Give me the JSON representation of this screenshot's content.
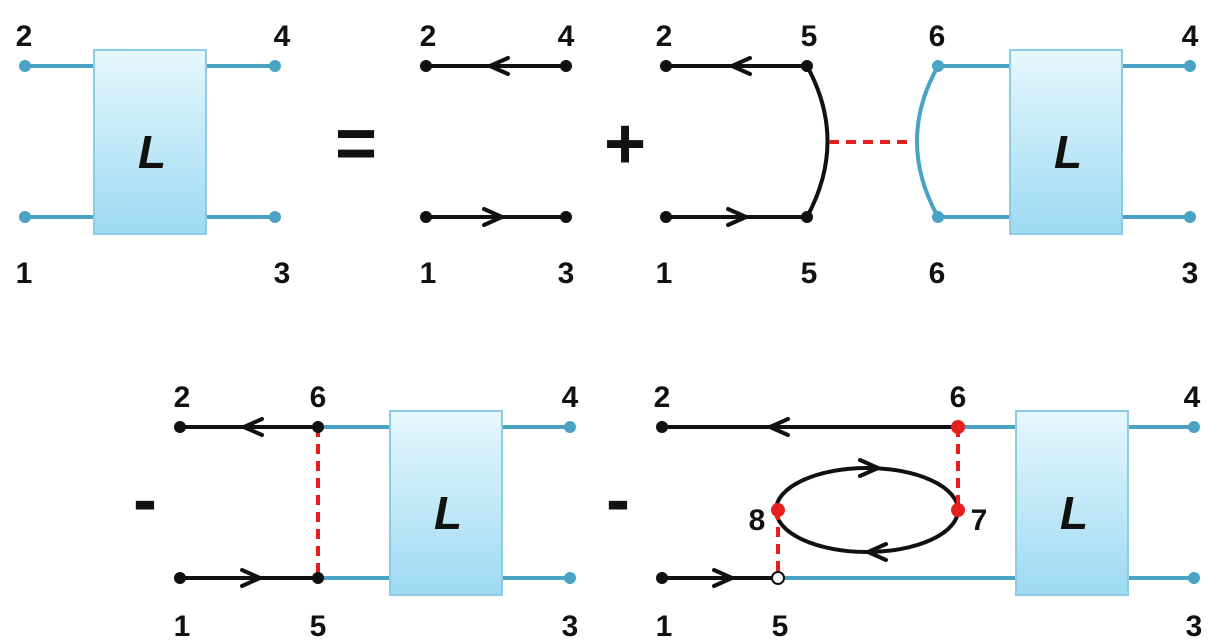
{
  "diagram": {
    "box_label": "L",
    "operators": {
      "equals": "=",
      "plus": "+",
      "minus": "-"
    },
    "terms": {
      "lhs": {
        "top_left": "2",
        "top_right": "4",
        "bottom_left": "1",
        "bottom_right": "3"
      },
      "free": {
        "top_left": "2",
        "top_right": "4",
        "bottom_left": "1",
        "bottom_right": "3"
      },
      "exchange": {
        "top_left": "2",
        "top_mid": "5",
        "bottom_left": "1",
        "bottom_mid": "5",
        "top_right_mid": "6",
        "bottom_right_mid": "6",
        "top_right": "4",
        "bottom_right": "3"
      },
      "ladder": {
        "top_left": "2",
        "top_mid": "6",
        "bottom_left": "1",
        "bottom_mid": "5",
        "top_right": "4",
        "bottom_right": "3"
      },
      "bubble": {
        "top_left": "2",
        "top_mid": "6",
        "bottom_left": "1",
        "bottom_mid": "5",
        "loop_left": "8",
        "loop_right": "7",
        "top_right": "4",
        "bottom_right": "3"
      }
    },
    "colors": {
      "propagator": "#111111",
      "vertex_line": "#4aa3c4",
      "interaction": "#e61e1e",
      "box_fill_top": "#e6f7fd",
      "box_fill_bottom": "#9ddaf2",
      "box_stroke": "#8ccbe6"
    }
  }
}
